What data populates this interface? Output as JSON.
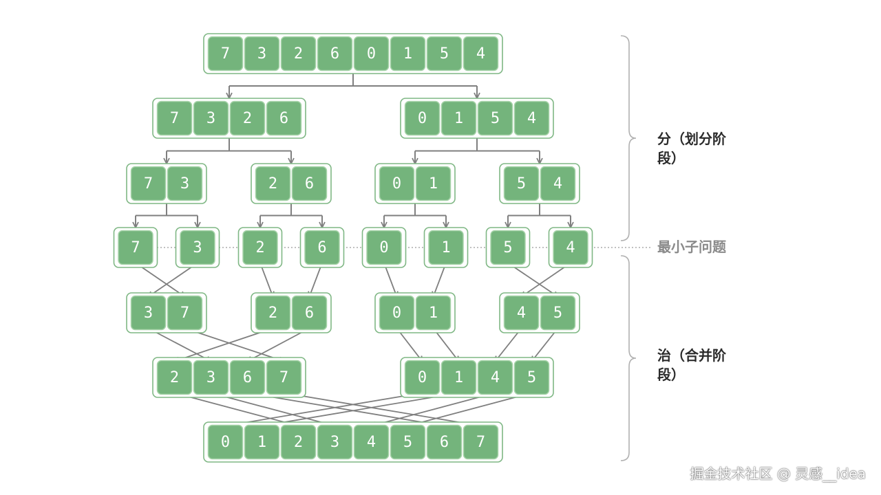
{
  "colors": {
    "cell_fill": "#74b47c",
    "cell_stroke": "#a8d4aa",
    "group_stroke": "#7fb784",
    "arrow": "#7f7f7f",
    "dotted_line": "#9a9a9a",
    "brace": "#b0b0b0"
  },
  "levels": [
    {
      "name": "split-level-0",
      "groups": [
        [
          7,
          3,
          2,
          6,
          0,
          1,
          5,
          4
        ]
      ]
    },
    {
      "name": "split-level-1",
      "groups": [
        [
          7,
          3,
          2,
          6
        ],
        [
          0,
          1,
          5,
          4
        ]
      ]
    },
    {
      "name": "split-level-2",
      "groups": [
        [
          7,
          3
        ],
        [
          2,
          6
        ],
        [
          0,
          1
        ],
        [
          5,
          4
        ]
      ]
    },
    {
      "name": "base-level",
      "groups": [
        [
          7
        ],
        [
          3
        ],
        [
          2
        ],
        [
          6
        ],
        [
          0
        ],
        [
          1
        ],
        [
          5
        ],
        [
          4
        ]
      ]
    },
    {
      "name": "merge-level-1",
      "groups": [
        [
          3,
          7
        ],
        [
          2,
          6
        ],
        [
          0,
          1
        ],
        [
          4,
          5
        ]
      ]
    },
    {
      "name": "merge-level-2",
      "groups": [
        [
          2,
          3,
          6,
          7
        ],
        [
          0,
          1,
          4,
          5
        ]
      ]
    },
    {
      "name": "merge-level-3",
      "groups": [
        [
          0,
          1,
          2,
          3,
          4,
          5,
          6,
          7
        ]
      ]
    }
  ],
  "labels": {
    "divide_line1": "分（划分阶",
    "divide_line2": "段）",
    "base": "最小子问题",
    "conquer_line1": "治（合并阶",
    "conquer_line2": "段）"
  },
  "watermark": "掘金技术社区 @ 灵感__idea"
}
